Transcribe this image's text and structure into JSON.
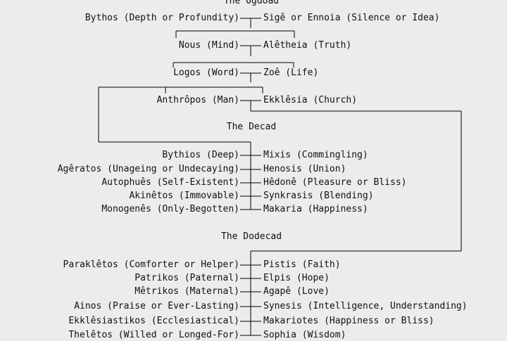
{
  "headings": {
    "ogdoad": "The Ogdoad",
    "decad": "The Decad",
    "dodecad": "The Dodecad"
  },
  "ogdoad_pairs": [
    {
      "left": "Bythos (Depth or Profundity)",
      "right": "Sigê or Ennoia (Silence or Idea)"
    },
    {
      "left": "Nous (Mind)",
      "right": "Alêtheia (Truth)"
    },
    {
      "left": "Logos (Word)",
      "right": "Zoê (Life)"
    },
    {
      "left": "Anthrôpos (Man)",
      "right": "Ekklêsia (Church)"
    }
  ],
  "decad_pairs": [
    {
      "left": "Bythios (Deep)",
      "right": "Mixis (Commingling)"
    },
    {
      "left": "Agêratos (Unageing or Undecaying)",
      "right": "Henosis (Union)"
    },
    {
      "left": "Autophuês (Self-Existent)",
      "right": "Hêdonê (Pleasure or Bliss)"
    },
    {
      "left": "Akinêtos (Immovable)",
      "right": "Synkrasis (Blending)"
    },
    {
      "left": "Monogenês (Only-Begotten)",
      "right": "Makaria (Happiness)"
    }
  ],
  "dodecad_pairs": [
    {
      "left": "Paraklêtos (Comforter or Helper)",
      "right": "Pistis (Faith)"
    },
    {
      "left": "Patrikos (Paternal)",
      "right": "Elpis (Hope)"
    },
    {
      "left": "Mêtrikos (Maternal)",
      "right": "Agapê (Love)"
    },
    {
      "left": "Ainos (Praise or Ever-Lasting)",
      "right": "Synesis (Intelligence, Understanding)"
    },
    {
      "left": "Ekklêsiastikos (Ecclesiastical)",
      "right": "Makariotes (Happiness or Bliss)"
    },
    {
      "left": "Thelêtos (Willed or Longed-For)",
      "right": "Sophia (Wisdom)"
    }
  ]
}
